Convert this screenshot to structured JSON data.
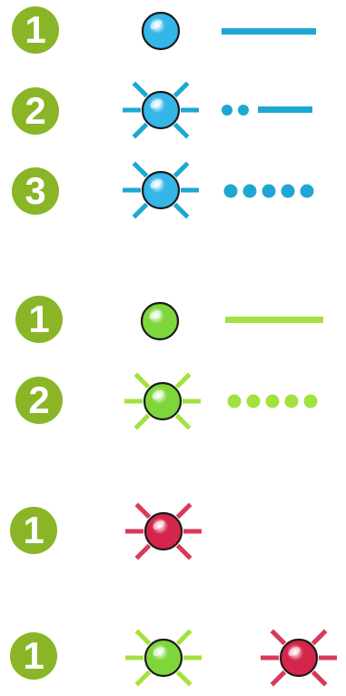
{
  "colors": {
    "number_badge": "#8ab526",
    "blue": "#1ea7d2",
    "blue_led": "#35b6e8",
    "green": "#a3e23e",
    "green_led": "#7ed63b",
    "red": "#d83a5a",
    "red_led": "#d6254b"
  },
  "rows": [
    {
      "number": "1",
      "leds": [
        {
          "color": "blue",
          "rays": false
        }
      ],
      "pattern": "solid"
    },
    {
      "number": "2",
      "leds": [
        {
          "color": "blue",
          "rays": true
        }
      ],
      "pattern": "dots2-dash"
    },
    {
      "number": "3",
      "leds": [
        {
          "color": "blue",
          "rays": true
        }
      ],
      "pattern": "dots5"
    },
    {
      "number": "1",
      "leds": [
        {
          "color": "green",
          "rays": false
        }
      ],
      "pattern": "solid"
    },
    {
      "number": "2",
      "leds": [
        {
          "color": "green",
          "rays": true
        }
      ],
      "pattern": "dots5"
    },
    {
      "number": "1",
      "leds": [
        {
          "color": "red",
          "rays": true
        }
      ],
      "pattern": "none"
    },
    {
      "number": "1",
      "leds": [
        {
          "color": "green",
          "rays": true
        },
        {
          "color": "red",
          "rays": true
        }
      ],
      "pattern": "none"
    }
  ]
}
